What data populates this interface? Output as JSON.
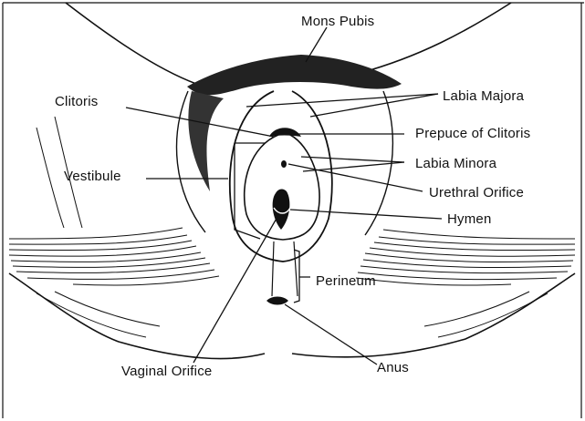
{
  "colors": {
    "ink": "#111111",
    "background": "#ffffff"
  },
  "labels": {
    "mons_pubis": "Mons Pubis",
    "clitoris": "Clitoris",
    "labia_majora": "Labia Majora",
    "prepuce_of_clitoris": "Prepuce of Clitoris",
    "labia_minora": "Labia Minora",
    "vestibule": "Vestibule",
    "urethral_orifice": "Urethral Orifice",
    "hymen": "Hymen",
    "perineum": "Perineum",
    "vaginal_orifice": "Vaginal Orifice",
    "anus": "Anus"
  }
}
